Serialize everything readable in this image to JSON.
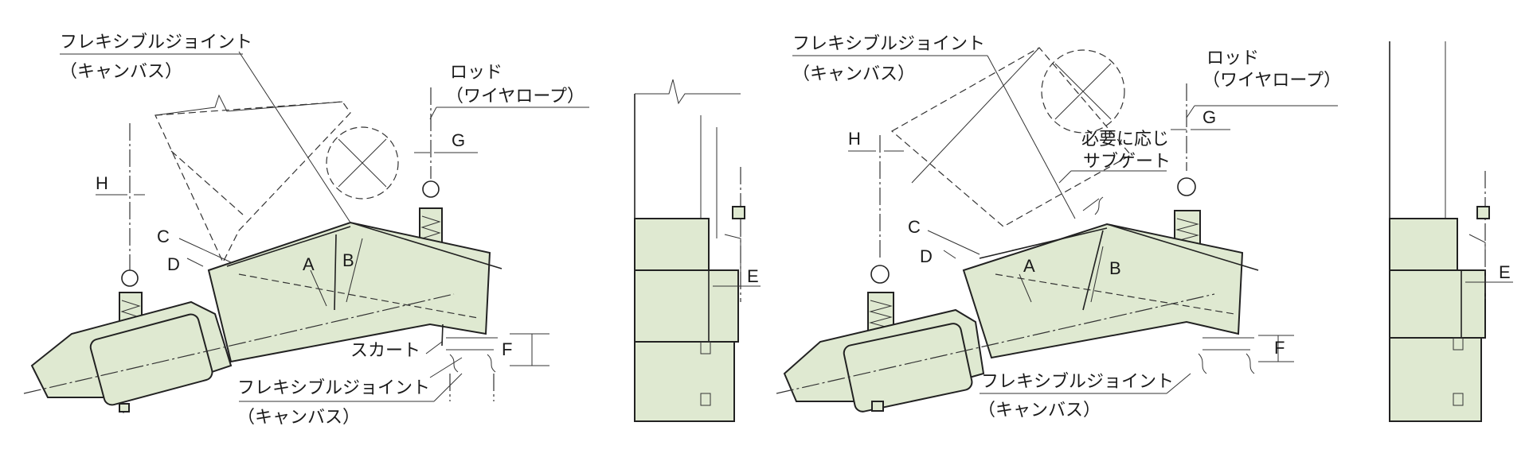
{
  "colors": {
    "equipment_fill": "#dfe9d1",
    "line": "#222222",
    "background": "#ffffff"
  },
  "labels": {
    "flex_joint_line1": "フレキシブルジョイント",
    "flex_joint_line2": "（キャンバス）",
    "rod_line1": "ロッド",
    "rod_line2": "（ワイヤロープ）",
    "skirt": "スカート",
    "sub_gate_line1": "必要に応じ",
    "sub_gate_line2": "サブゲート"
  },
  "dimensions": {
    "A": "A",
    "B": "B",
    "C": "C",
    "D": "D",
    "E": "E",
    "F": "F",
    "G": "G",
    "H": "H"
  }
}
